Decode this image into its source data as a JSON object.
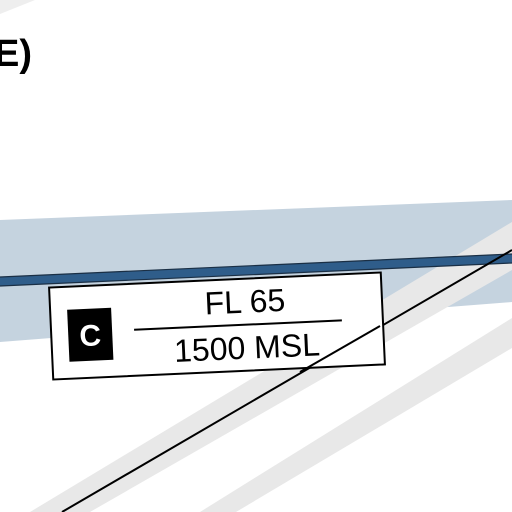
{
  "heading_fragment": "E)",
  "airspace_label": {
    "class_letter": "C",
    "ceiling": "FL 65",
    "floor": "1500 MSL"
  },
  "colors": {
    "airspace_band": "#c5d3df",
    "boundary_line": "#2f5d8a",
    "boundary_edge": "#1a2f45",
    "class_box": "#000000",
    "route_track": "#e8e8e8",
    "route_line": "#000000"
  }
}
